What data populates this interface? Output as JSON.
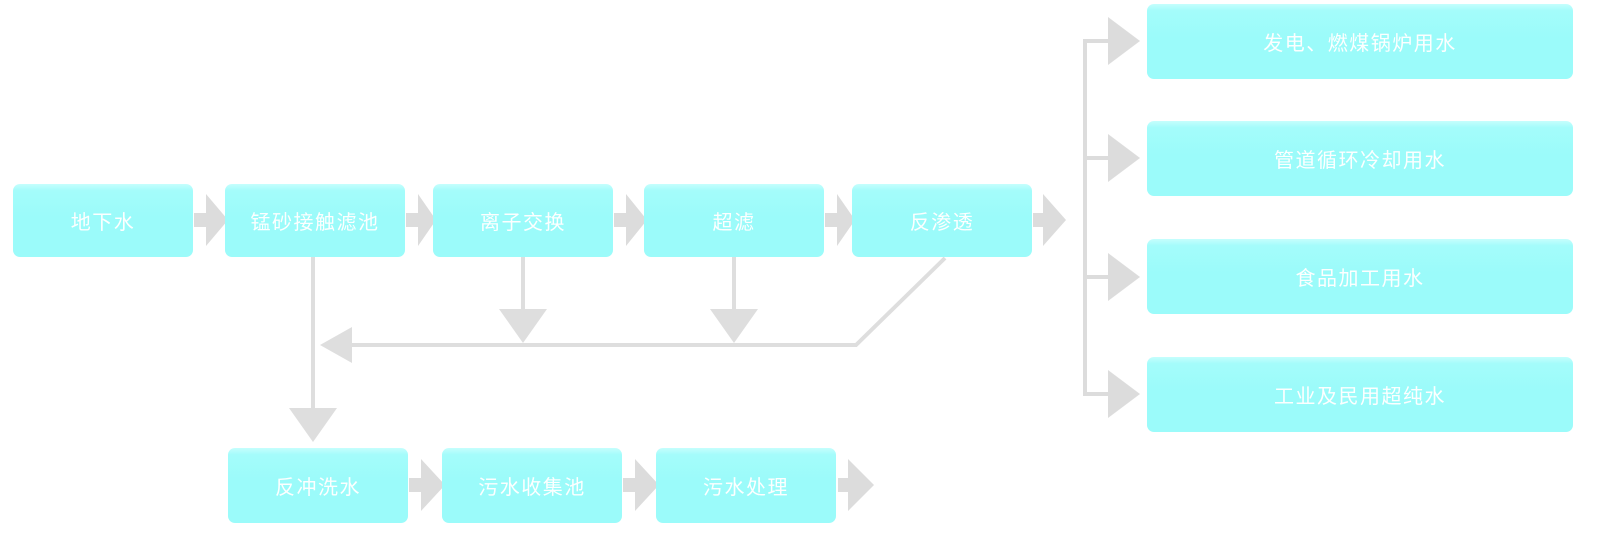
{
  "diagram": {
    "title_hint": "water-treatment-process-flowchart",
    "colors": {
      "box_fill": "#9BFBFA",
      "box_text": "#FDFFFF",
      "connector": "#DCDCDC",
      "background": "#FFFFFF"
    },
    "main_flow": [
      {
        "label": "地下水"
      },
      {
        "label": "锰砂接触滤池"
      },
      {
        "label": "离子交换"
      },
      {
        "label": "超滤"
      },
      {
        "label": "反渗透"
      }
    ],
    "outputs": [
      {
        "label": "发电、燃煤锅炉用水"
      },
      {
        "label": "管道循环冷却用水"
      },
      {
        "label": "食品加工用水"
      },
      {
        "label": "工业及民用超纯水"
      }
    ],
    "waste_flow": [
      {
        "label": "反冲洗水"
      },
      {
        "label": "污水收集池"
      },
      {
        "label": "污水处理"
      }
    ]
  }
}
